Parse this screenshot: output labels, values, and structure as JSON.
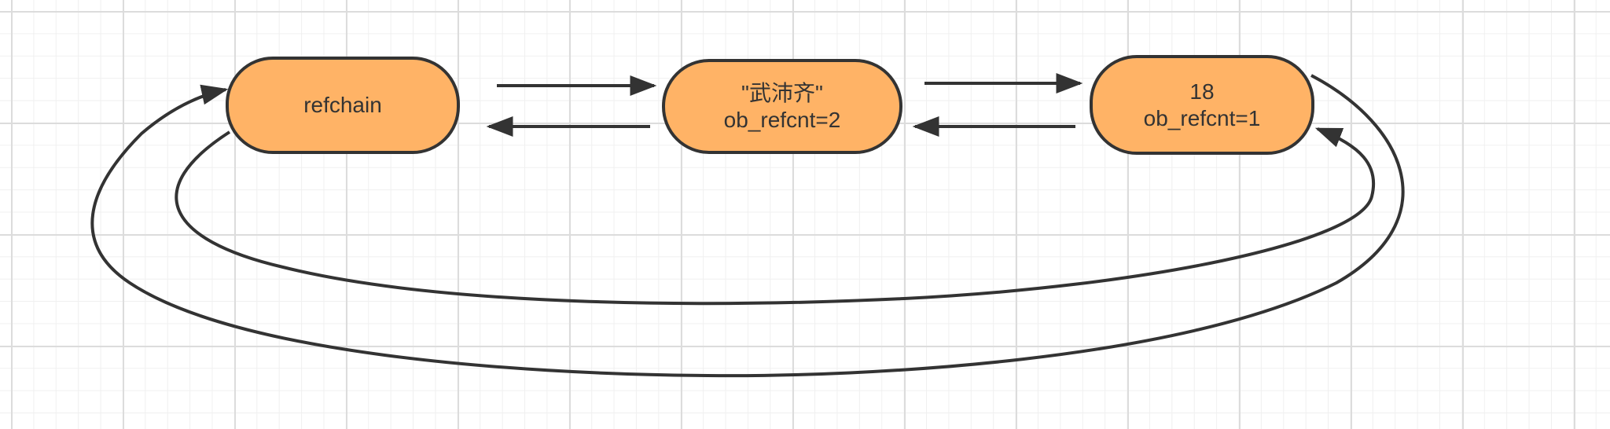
{
  "diagram": {
    "nodes": [
      {
        "id": "refchain",
        "lines": [
          "refchain",
          ""
        ]
      },
      {
        "id": "str",
        "lines": [
          "\"武沛齐\"",
          "ob_refcnt=2"
        ]
      },
      {
        "id": "int",
        "lines": [
          "18",
          "ob_refcnt=1"
        ]
      }
    ],
    "colors": {
      "node_fill": "#ffb366",
      "node_stroke": "#333333",
      "edge": "#333333",
      "grid_major": "#dcdcdc",
      "grid_minor": "#f0f0f0"
    }
  }
}
